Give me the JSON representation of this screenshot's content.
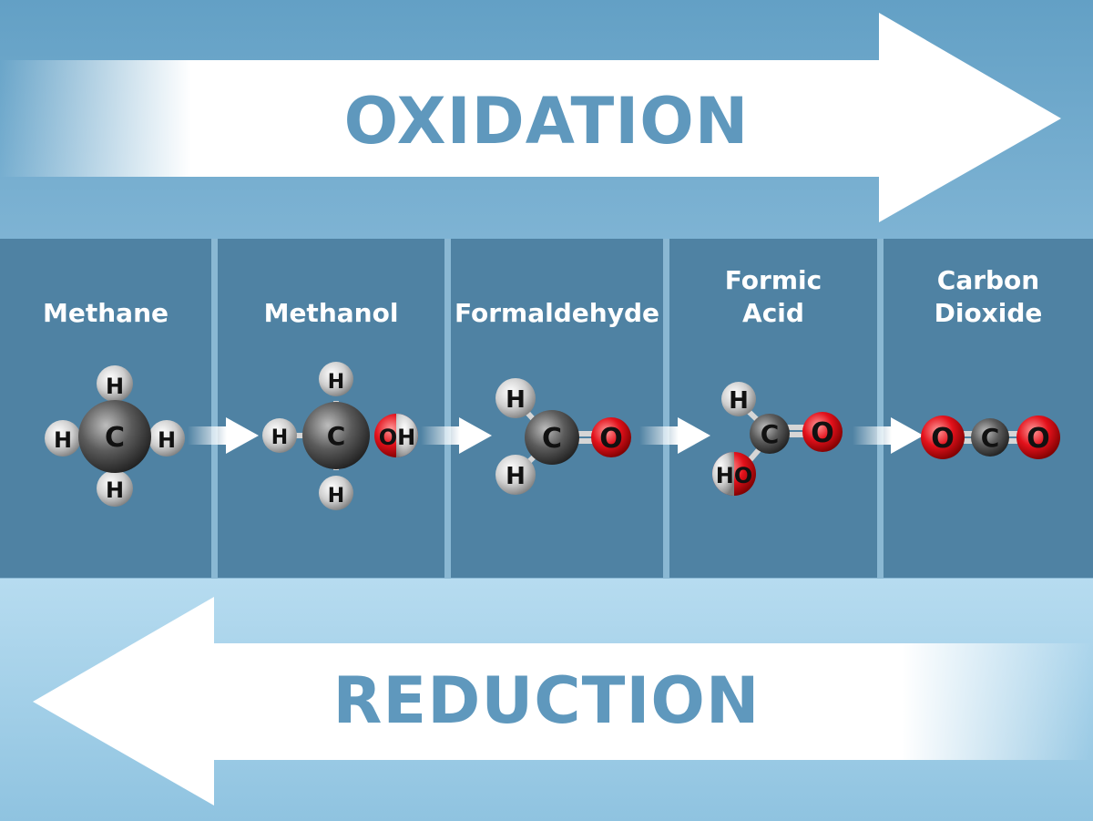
{
  "oxidation_label": "OXIDATION",
  "reduction_label": "REDUCTION",
  "compounds": [
    {
      "name_line1": "Methane",
      "name_line2": ""
    },
    {
      "name_line1": "Methanol",
      "name_line2": ""
    },
    {
      "name_line1": "Formaldehyde",
      "name_line2": ""
    },
    {
      "name_line1": "Formic",
      "name_line2": "Acid"
    },
    {
      "name_line1": "Carbon",
      "name_line2": "Dioxide"
    }
  ],
  "atoms": {
    "h": "H",
    "c": "C",
    "o": "O",
    "oh": "OH",
    "ho": "HO"
  },
  "colors": {
    "background": "#6aa3c6",
    "panel": "#4f82a3",
    "arrow_text": "#5f98bd",
    "hydrogen": "#d9d9d9",
    "carbon": "#555555",
    "oxygen": "#e3111b",
    "panel_text": "#ffffff"
  }
}
